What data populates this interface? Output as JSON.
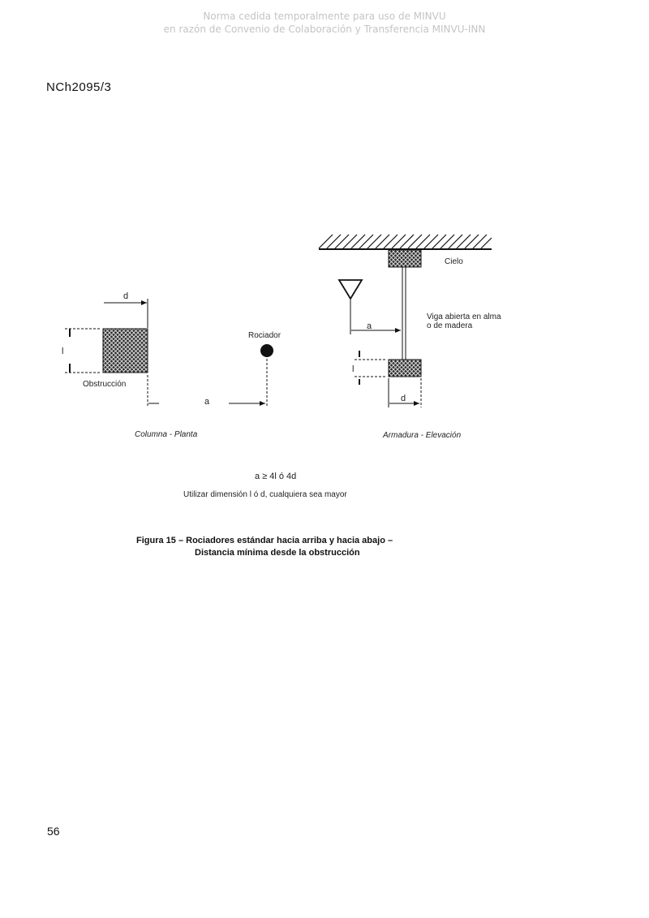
{
  "watermark": {
    "line1": "Norma cedida temporalmente para uso de MINVU",
    "line2": "en razón de Convenio de Colaboración y Transferencia MINVU-INN"
  },
  "header": {
    "standard_id": "NCh2095/3"
  },
  "figure": {
    "left_panel": {
      "dim_d": "d",
      "dim_l": "l",
      "dim_a": "a",
      "obstruction_label": "Obstrucción",
      "sprinkler_label": "Rociador",
      "view_caption": "Columna - Planta"
    },
    "right_panel": {
      "ceiling_label": "Cielo",
      "beam_label_line1": "Viga abierta en alma",
      "beam_label_line2": "o de madera",
      "dim_a": "a",
      "dim_l": "l",
      "dim_d": "d",
      "view_caption": "Armadura - Elevación"
    },
    "formula": "a ≥ 4l ó 4d",
    "note": "Utilizar dimensión l ó d, cualquiera sea mayor",
    "caption_line1": "Figura 15 – Rociadores estándar hacia arriba y hacia abajo –",
    "caption_line2": "Distancia mínima desde la obstrucción"
  },
  "footer": {
    "page_number": "56"
  }
}
